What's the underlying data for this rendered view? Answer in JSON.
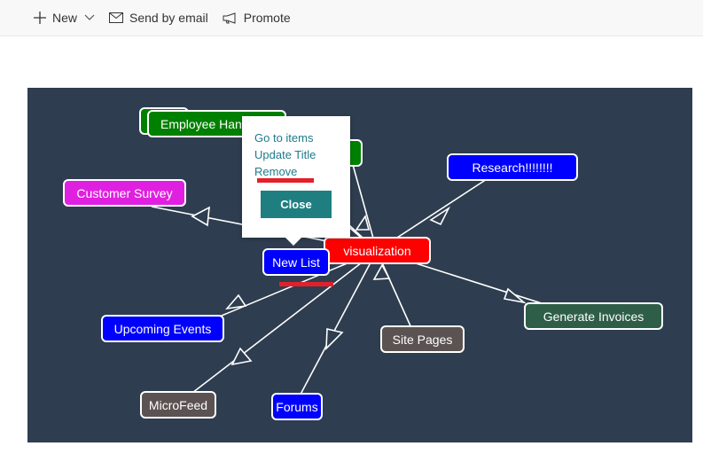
{
  "page": {
    "title": "Visualization"
  },
  "commandbar": {
    "new_label": "New",
    "email_label": "Send by email",
    "promote_label": "Promote",
    "icons": [
      "plus-icon",
      "chevron-down-icon",
      "mail-icon",
      "megaphone-icon"
    ]
  },
  "graph": {
    "nodes": {
      "employee_handbook": "Employee Handbook",
      "customer_survey": "Customer Survey",
      "research": "Research!!!!!!!!",
      "visualization": "visualization",
      "new_list": "New List",
      "upcoming_events": "Upcoming Events",
      "generate_invoices": "Generate Invoices",
      "site_pages": "Site Pages",
      "microfeed": "MicroFeed",
      "forums": "Forums"
    },
    "colors": {
      "background": "#2e3d4f",
      "green": "#008000",
      "magenta": "#e020e0",
      "blue": "#0000ff",
      "red": "#ff0000",
      "dark_green": "#2f5e48",
      "gray": "#5b5351"
    }
  },
  "popup": {
    "go_to_items": "Go to items",
    "update_title": "Update Title",
    "remove": "Remove",
    "close": "Close"
  },
  "annotations": {
    "color": "#e3202a"
  }
}
